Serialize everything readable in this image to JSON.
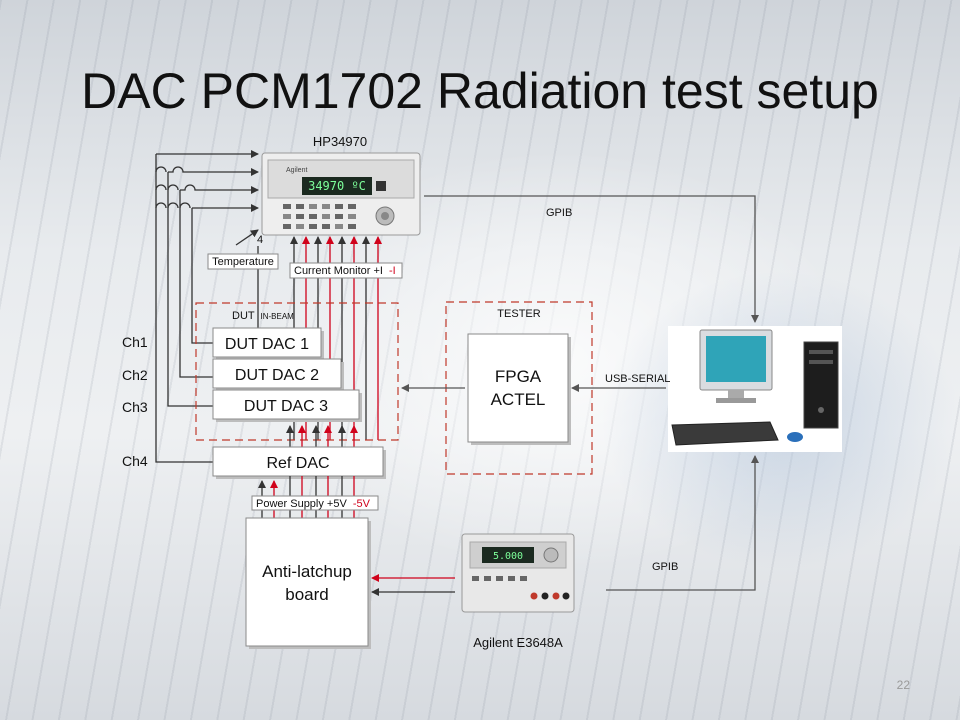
{
  "slide": {
    "title": "DAC PCM1702 Radiation test setup",
    "page_number": "22"
  },
  "instruments": {
    "multimeter_name": "HP34970",
    "multimeter_display": "34970 ºC",
    "multimeter_brand": "Agilent",
    "power_supply_name": "Agilent E3648A",
    "power_supply_display": "5.000"
  },
  "labels": {
    "gpib_top": "GPIB",
    "gpib_bottom": "GPIB",
    "usb_serial": "USB-SERIAL",
    "temperature": "Temperature",
    "current_monitor": "Current Monitor +I",
    "current_monitor_neg": "-I",
    "power_supply": "Power Supply +5V",
    "power_supply_neg": "-5V",
    "wire_count": "4",
    "dut_in_beam_main": "DUT",
    "dut_in_beam_sub": "IN-BEAM",
    "tester": "TESTER"
  },
  "channels": [
    "Ch1",
    "Ch2",
    "Ch3",
    "Ch4"
  ],
  "boxes": {
    "dut1": "DUT DAC 1",
    "dut2": "DUT DAC 2",
    "dut3": "DUT DAC 3",
    "ref": "Ref DAC",
    "fpga_line1": "FPGA",
    "fpga_line2": "ACTEL",
    "antilatch_line1": "Anti-latchup",
    "antilatch_line2": "board"
  },
  "colors": {
    "red_wire": "#d0021b",
    "black_wire": "#333333",
    "dashed_border": "#c0392b"
  }
}
